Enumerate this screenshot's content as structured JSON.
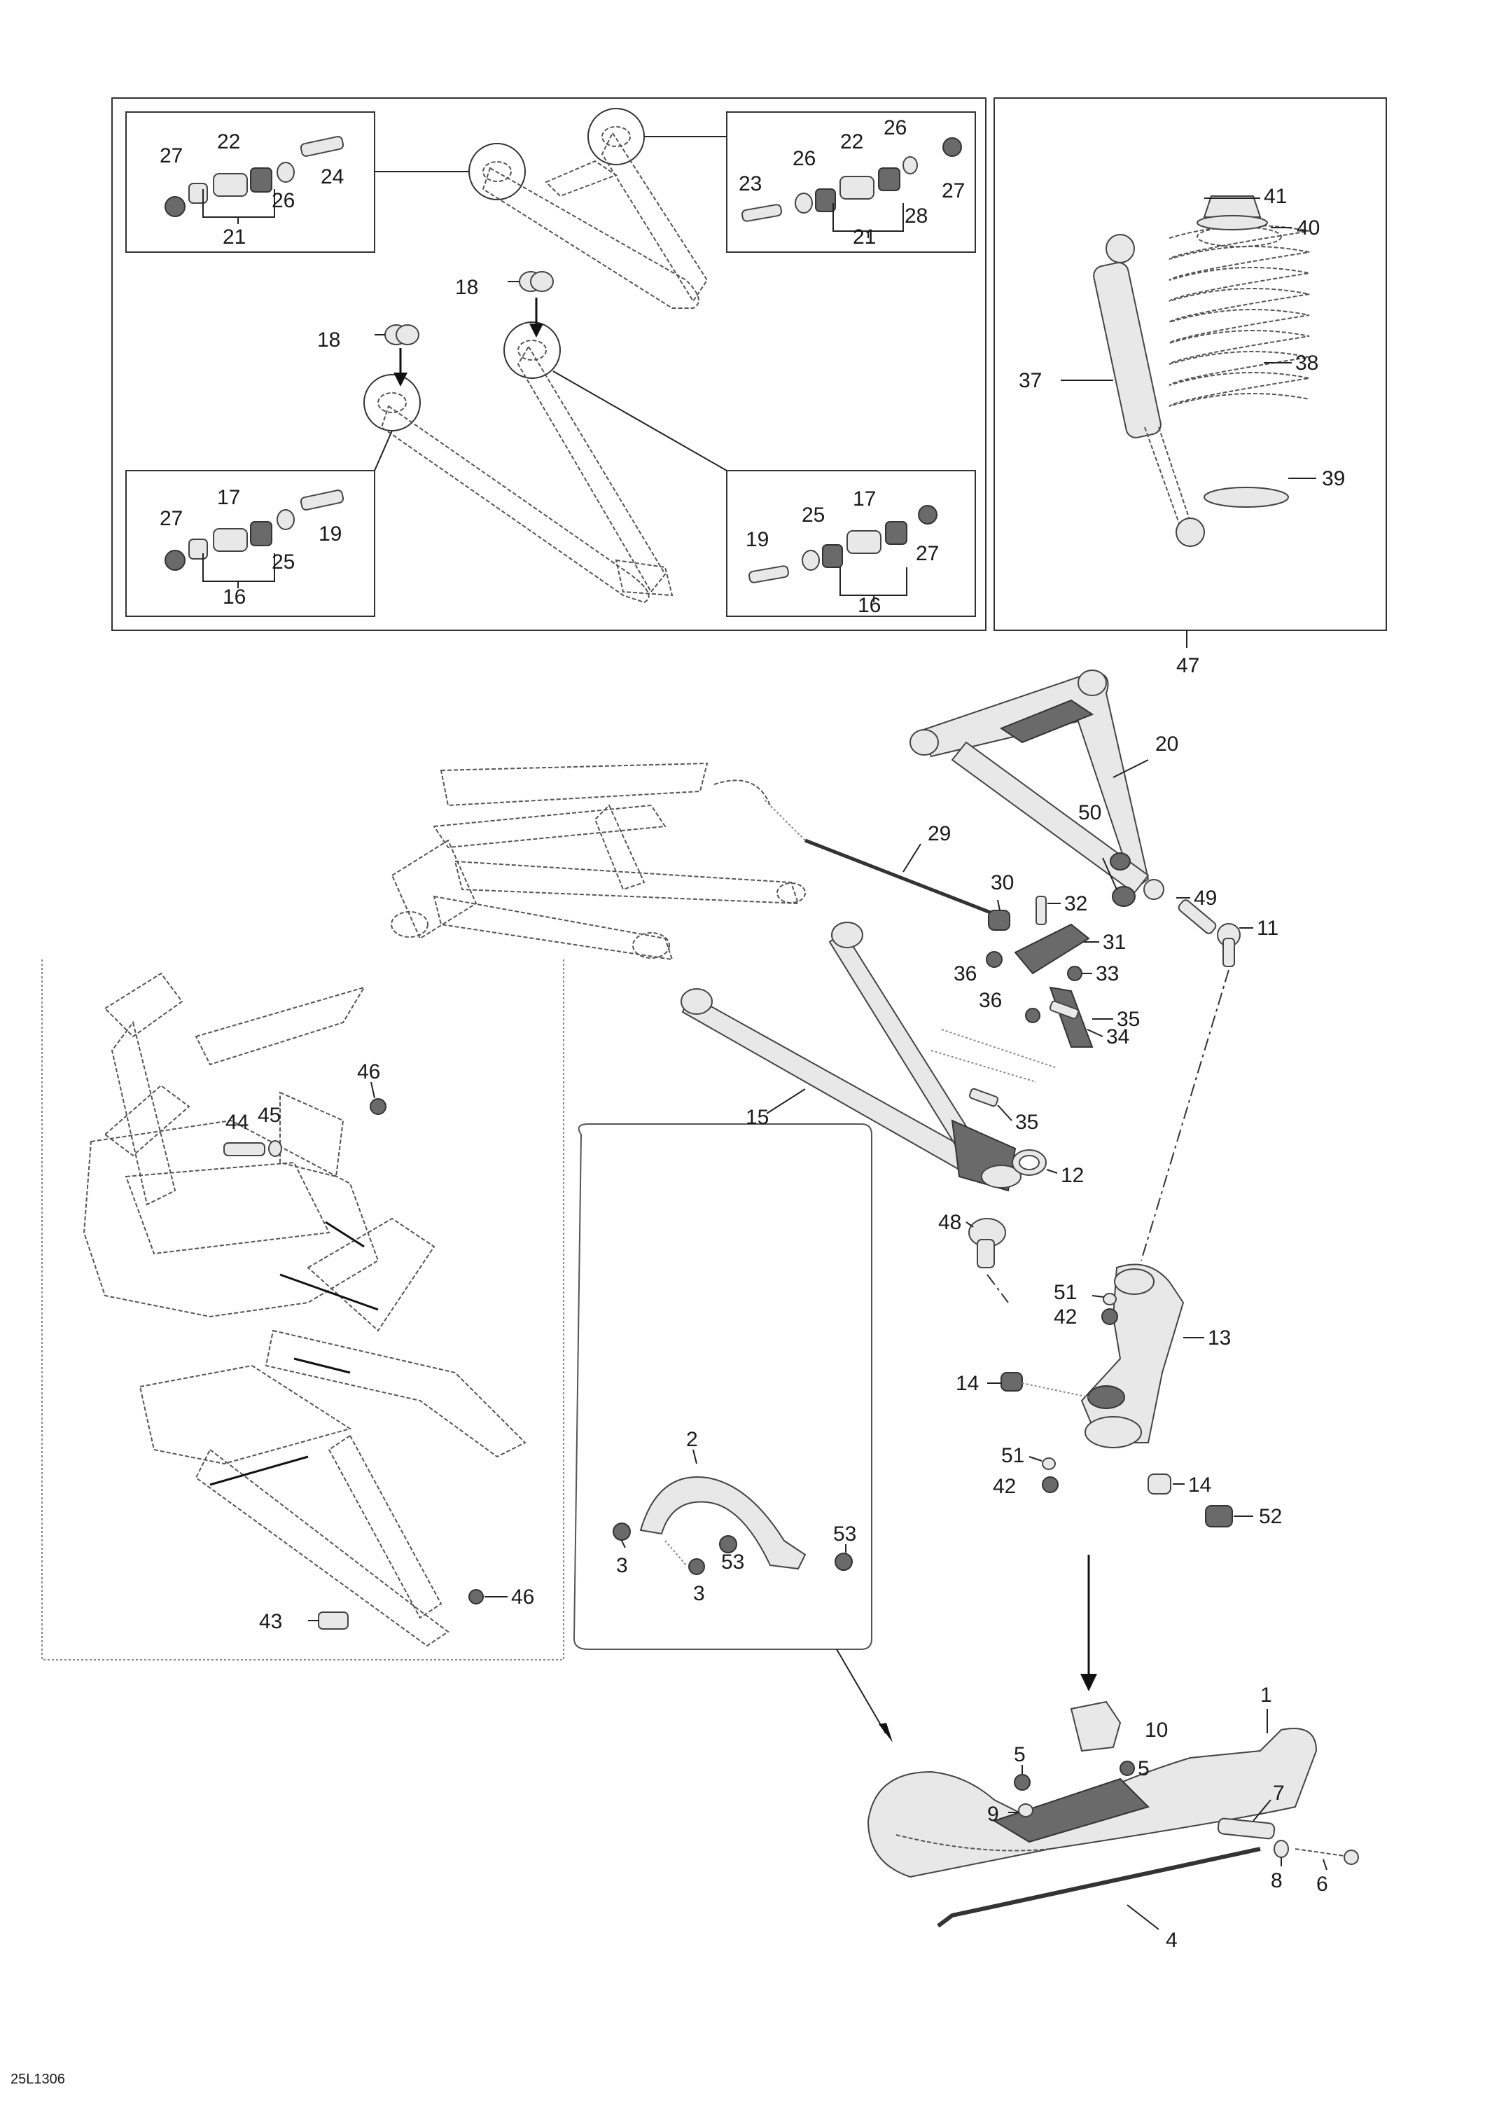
{
  "doc_id": "25L1306",
  "callouts": [
    {
      "id": "c27a",
      "text": "27"
    },
    {
      "id": "c22a",
      "text": "22"
    },
    {
      "id": "c24",
      "text": "24"
    },
    {
      "id": "c26a",
      "text": "26"
    },
    {
      "id": "c21a",
      "text": "21"
    },
    {
      "id": "c23",
      "text": "23"
    },
    {
      "id": "c26b",
      "text": "26"
    },
    {
      "id": "c22b",
      "text": "22"
    },
    {
      "id": "c26c",
      "text": "26"
    },
    {
      "id": "c27b",
      "text": "27"
    },
    {
      "id": "c28",
      "text": "28"
    },
    {
      "id": "c21b",
      "text": "21"
    },
    {
      "id": "c18a",
      "text": "18"
    },
    {
      "id": "c18b",
      "text": "18"
    },
    {
      "id": "c27c",
      "text": "27"
    },
    {
      "id": "c17a",
      "text": "17"
    },
    {
      "id": "c19a",
      "text": "19"
    },
    {
      "id": "c25a",
      "text": "25"
    },
    {
      "id": "c16a",
      "text": "16"
    },
    {
      "id": "c19b",
      "text": "19"
    },
    {
      "id": "c25b",
      "text": "25"
    },
    {
      "id": "c17b",
      "text": "17"
    },
    {
      "id": "c27d",
      "text": "27"
    },
    {
      "id": "c16b",
      "text": "16"
    },
    {
      "id": "c41",
      "text": "41"
    },
    {
      "id": "c40",
      "text": "40"
    },
    {
      "id": "c37",
      "text": "37"
    },
    {
      "id": "c38",
      "text": "38"
    },
    {
      "id": "c39",
      "text": "39"
    },
    {
      "id": "c47",
      "text": "47"
    },
    {
      "id": "c20",
      "text": "20"
    },
    {
      "id": "c29",
      "text": "29"
    },
    {
      "id": "c50",
      "text": "50"
    },
    {
      "id": "c30",
      "text": "30"
    },
    {
      "id": "c32",
      "text": "32"
    },
    {
      "id": "c49",
      "text": "49"
    },
    {
      "id": "c31",
      "text": "31"
    },
    {
      "id": "c11",
      "text": "11"
    },
    {
      "id": "c36a",
      "text": "36"
    },
    {
      "id": "c33",
      "text": "33"
    },
    {
      "id": "c36b",
      "text": "36"
    },
    {
      "id": "c34",
      "text": "34"
    },
    {
      "id": "c35a",
      "text": "35"
    },
    {
      "id": "c15",
      "text": "15"
    },
    {
      "id": "c35b",
      "text": "35"
    },
    {
      "id": "c12",
      "text": "12"
    },
    {
      "id": "c48",
      "text": "48"
    },
    {
      "id": "c51a",
      "text": "51"
    },
    {
      "id": "c42a",
      "text": "42"
    },
    {
      "id": "c13",
      "text": "13"
    },
    {
      "id": "c14a",
      "text": "14"
    },
    {
      "id": "c51b",
      "text": "51"
    },
    {
      "id": "c42b",
      "text": "42"
    },
    {
      "id": "c14b",
      "text": "14"
    },
    {
      "id": "c52",
      "text": "52"
    },
    {
      "id": "c46a",
      "text": "46"
    },
    {
      "id": "c44",
      "text": "44"
    },
    {
      "id": "c45",
      "text": "45"
    },
    {
      "id": "c43",
      "text": "43"
    },
    {
      "id": "c46b",
      "text": "46"
    },
    {
      "id": "c2",
      "text": "2"
    },
    {
      "id": "c53a",
      "text": "53"
    },
    {
      "id": "c3a",
      "text": "3"
    },
    {
      "id": "c53b",
      "text": "53"
    },
    {
      "id": "c3b",
      "text": "3"
    },
    {
      "id": "c1",
      "text": "1"
    },
    {
      "id": "c10",
      "text": "10"
    },
    {
      "id": "c5a",
      "text": "5"
    },
    {
      "id": "c5b",
      "text": "5"
    },
    {
      "id": "c9",
      "text": "9"
    },
    {
      "id": "c7",
      "text": "7"
    },
    {
      "id": "c8",
      "text": "8"
    },
    {
      "id": "c6",
      "text": "6"
    },
    {
      "id": "c4",
      "text": "4"
    }
  ]
}
